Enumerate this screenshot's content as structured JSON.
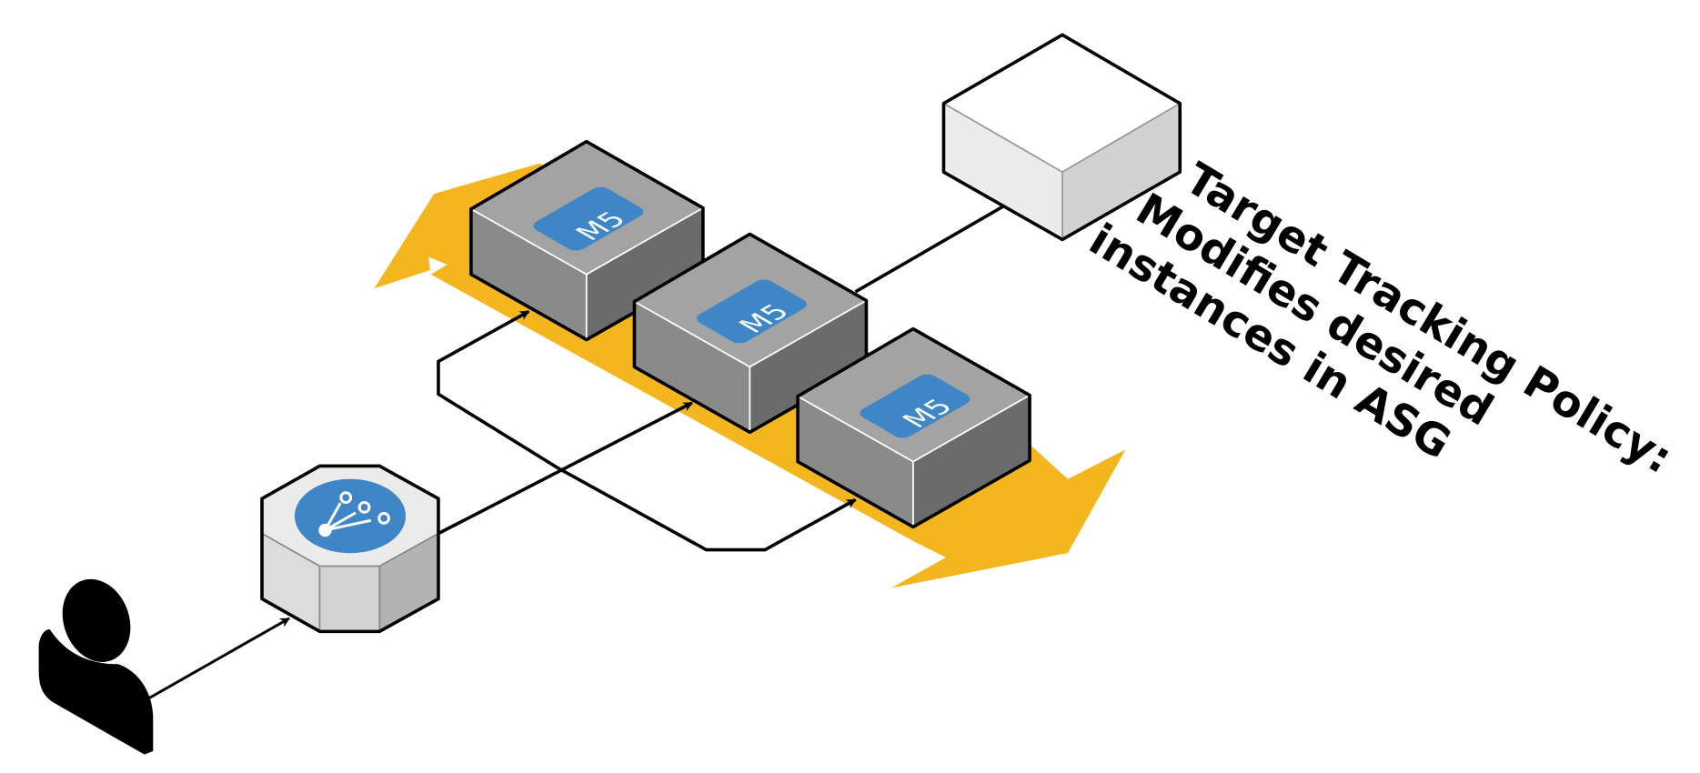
{
  "colors": {
    "band": "#f3b61f",
    "instance_top": "#a3a3a3",
    "instance_left": "#8a8a8a",
    "instance_right": "#6b6b6b",
    "badge": "#3f86c6",
    "outline": "#000000"
  },
  "instances": [
    {
      "label": "M5"
    },
    {
      "label": "M5"
    },
    {
      "label": "M5"
    }
  ],
  "load_balancer": {
    "icon": "load-balancer-icon"
  },
  "user": {
    "icon": "user-silhouette-icon"
  },
  "pending_instance": {
    "icon": "empty-cube-icon"
  },
  "policy_text": {
    "line1": "Target Tracking Policy:",
    "line2": "Modifies desired",
    "line3": "instances in ASG"
  }
}
